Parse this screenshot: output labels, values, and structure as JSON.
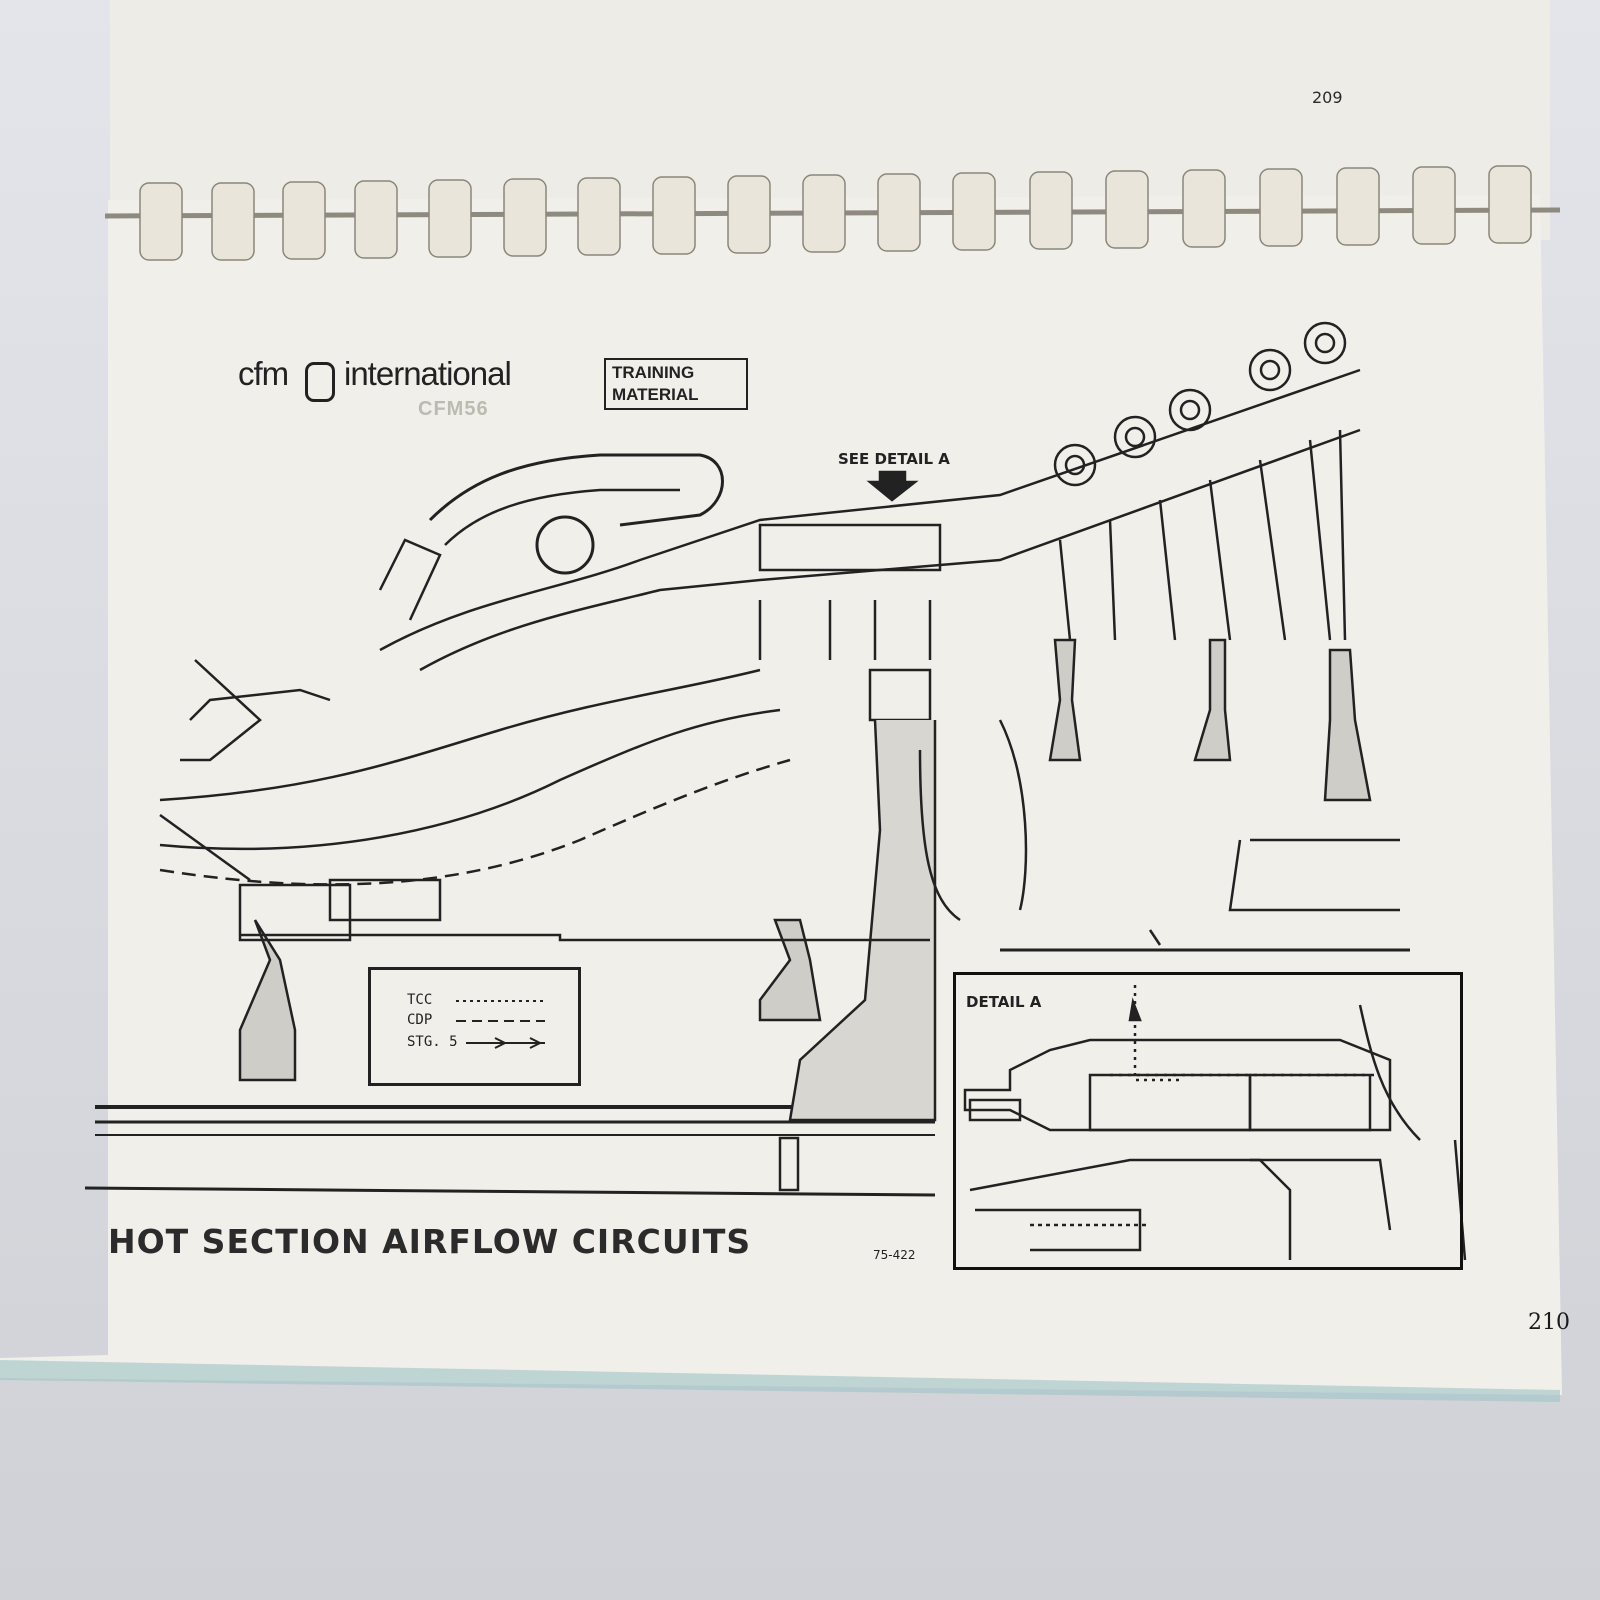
{
  "previous_page": {
    "page_number": "209"
  },
  "page": {
    "logo": {
      "company": "cfm",
      "company_suffix": "international",
      "product": "CFM56"
    },
    "badge": {
      "line1": "TRAINING",
      "line2": "MATERIAL"
    },
    "see_detail": "SEE DETAIL A",
    "legend": {
      "items": [
        {
          "label": "TCC",
          "style": "dotted"
        },
        {
          "label": "CDP",
          "style": "dashed"
        },
        {
          "label": "STG. 5",
          "style": "arrows"
        }
      ]
    },
    "detail_label": "DETAIL A",
    "title": "HOT SECTION AIRFLOW CIRCUITS",
    "figure_code": "75-422",
    "page_number": "210"
  }
}
